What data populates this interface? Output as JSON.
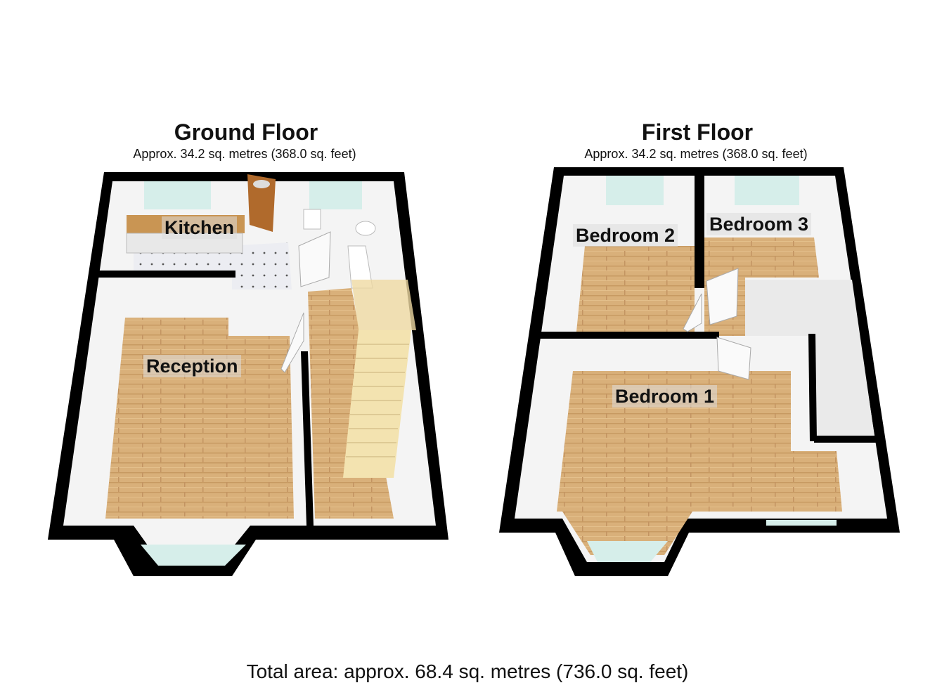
{
  "ground_floor": {
    "title": "Ground Floor",
    "area": "Approx. 34.2 sq. metres (368.0 sq. feet)",
    "rooms": {
      "kitchen": "Kitchen",
      "reception": "Reception"
    }
  },
  "first_floor": {
    "title": "First Floor",
    "area": "Approx. 34.2 sq. metres (368.0 sq. feet)",
    "rooms": {
      "bedroom1": "Bedroom 1",
      "bedroom2": "Bedroom 2",
      "bedroom3": "Bedroom 3"
    }
  },
  "total_area": "Total area: approx. 68.4 sq. metres (736.0 sq. feet)",
  "colors": {
    "wall": "#000000",
    "inner_wall": "#f4f4f4",
    "wood_floor": "#d9b07a",
    "wood_dark": "#c79a62",
    "tile_floor": "#e9e9ee",
    "window_glass": "#d6eeea",
    "door": "#b06a2c",
    "stair": "#f3e3b0"
  }
}
